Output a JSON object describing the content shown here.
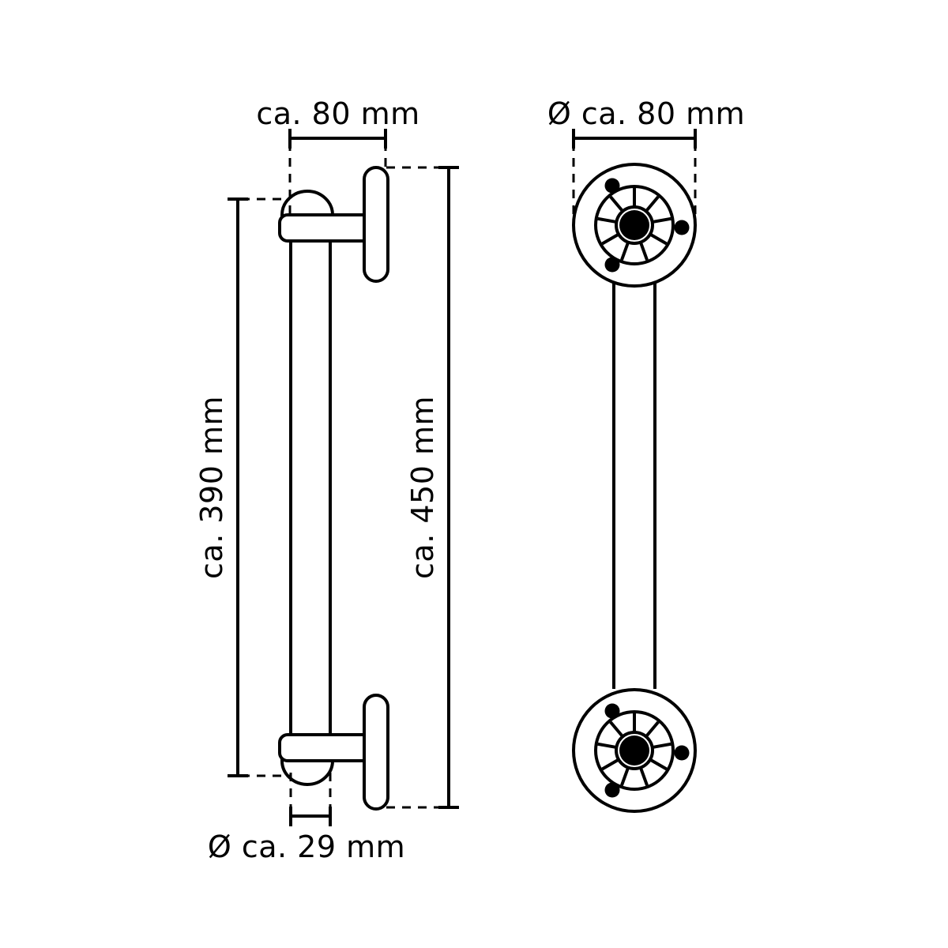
{
  "document": {
    "type": "technical-drawing",
    "title": "Grab bar / handle dimensional drawing",
    "background_color": "#ffffff",
    "line_color": "#000000",
    "views": [
      "side-view",
      "front-view"
    ]
  },
  "dimensions": {
    "flange_width": {
      "label": "ca. 80 mm",
      "value": 80,
      "unit": "mm",
      "orientation": "horizontal",
      "view": "side-view"
    },
    "flange_diameter": {
      "label": "Ø ca. 80 mm",
      "value": 80,
      "unit": "mm",
      "orientation": "horizontal",
      "view": "front-view"
    },
    "grip_length": {
      "label": "ca. 390 mm",
      "value": 390,
      "unit": "mm",
      "orientation": "vertical",
      "view": "side-view"
    },
    "overall_length": {
      "label": "ca. 450 mm",
      "value": 450,
      "unit": "mm",
      "orientation": "vertical",
      "view": "side-view"
    },
    "tube_diameter": {
      "label": "Ø ca. 29 mm",
      "value": 29,
      "unit": "mm",
      "orientation": "horizontal",
      "view": "side-view"
    }
  },
  "style": {
    "solid_stroke_width": 4,
    "dashed_stroke_width": 3,
    "dash_pattern": "11 9",
    "text_size": 38
  },
  "front_view": {
    "rosette_screw_holes": 3,
    "rosette_spokes": 9,
    "hub_filled": true
  }
}
